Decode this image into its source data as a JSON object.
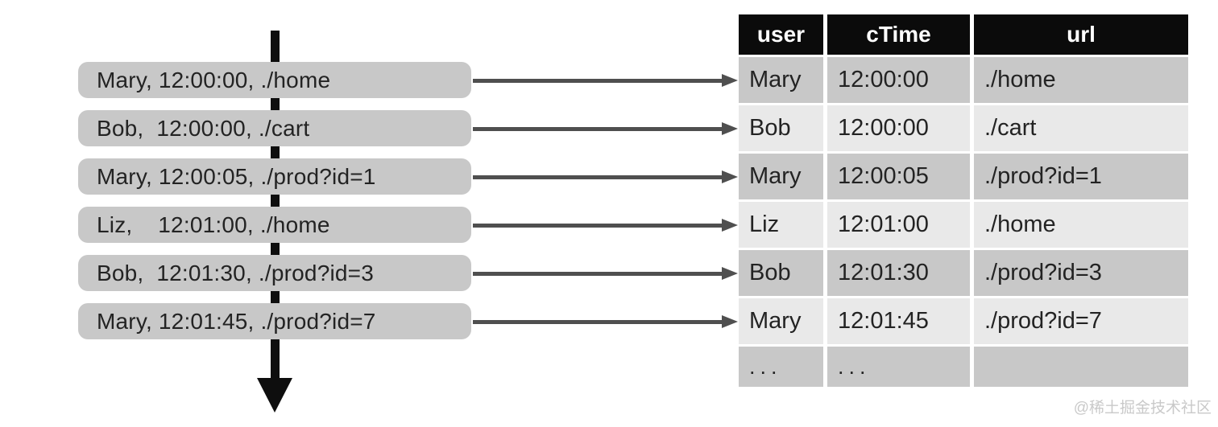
{
  "events": [
    {
      "label": "Mary, 12:00:00, ./home"
    },
    {
      "label": "Bob,  12:00:00, ./cart"
    },
    {
      "label": "Mary, 12:00:05, ./prod?id=1"
    },
    {
      "label": "Liz,    12:01:00, ./home"
    },
    {
      "label": "Bob,  12:01:30, ./prod?id=3"
    },
    {
      "label": "Mary, 12:01:45, ./prod?id=7"
    }
  ],
  "table": {
    "columns": [
      "user",
      "cTime",
      "url"
    ],
    "rows": [
      [
        "Mary",
        "12:00:00",
        "./home"
      ],
      [
        "Bob",
        "12:00:00",
        "./cart"
      ],
      [
        "Mary",
        "12:00:05",
        "./prod?id=1"
      ],
      [
        "Liz",
        "12:01:00",
        "./home"
      ],
      [
        "Bob",
        "12:01:30",
        "./prod?id=3"
      ],
      [
        "Mary",
        "12:01:45",
        "./prod?id=7"
      ],
      [
        "...",
        "...",
        ""
      ]
    ]
  },
  "watermark": "@稀土掘金技术社区",
  "colors": {
    "box_fill": "#c8c8c8",
    "row_dark": "#c8c8c8",
    "row_light": "#e9e9e9",
    "header_bg": "#0b0b0b",
    "arrow": "#4f4f4f",
    "timeline": "#0e0e0e"
  }
}
